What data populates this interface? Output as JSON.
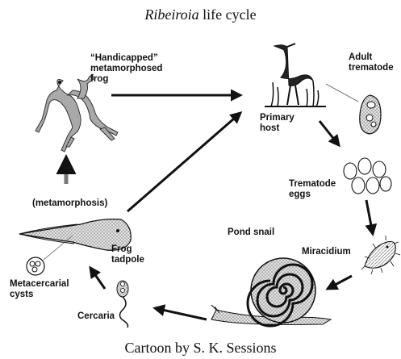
{
  "title": {
    "italic": "Ribeiroia",
    "rest": "life cycle"
  },
  "caption": "Cartoon by S. K. Sessions",
  "labels": {
    "handicapped_frog": "“Handicapped”\nmetamorphosed\nfrog",
    "primary_host": "Primary\nhost",
    "adult_trematode": "Adult\ntrematode",
    "trematode_eggs": "Trematode\neggs",
    "metamorphosis": "(metamorphosis)",
    "pond_snail": "Pond snail",
    "miracidium": "Miracidium",
    "frog_tadpole": "Frog\ntadpole",
    "metacercarial_cysts": "Metacercarial\ncysts",
    "cercaria": "Cercaria"
  },
  "icons": [
    "deformed-frog-icon",
    "heron-icon",
    "adult-trematode-icon",
    "trematode-eggs-icon",
    "miracidium-icon",
    "pond-snail-icon",
    "cercaria-icon",
    "tadpole-icon",
    "metacercarial-cysts-icon"
  ],
  "colors": {
    "ink": "#111111",
    "fill_gray": "#b8b8b8",
    "stipple": "#9a9a9a"
  }
}
